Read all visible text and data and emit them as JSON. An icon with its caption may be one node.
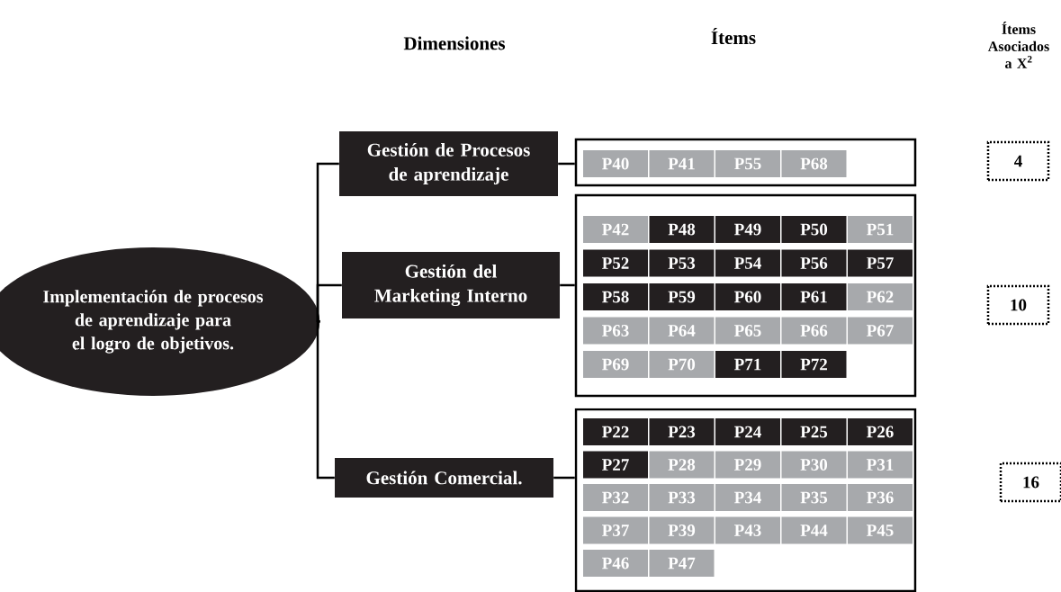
{
  "diagram": {
    "nodes": [
      {
        "text": [
          "Implementación de procesos de aprendizaje para el logro de objetivos."
        ]
      },
      {
        "text": [
          "Gestión de Procesos de aprendizaje"
        ]
      },
      {
        "text": [],
        "shape": "box"
      },
      {
        "text": [
          "P40"
        ],
        "in": 2
      },
      {
        "text": [
          "P41"
        ],
        "in": 2
      },
      {
        "text": [
          "P55"
        ],
        "in": 2
      },
      {
        "text": [
          "P68"
        ],
        "in": 2
      },
      {
        "text": [
          "4"
        ]
      },
      {
        "text": [
          "Gestión del Marketing Interno"
        ]
      },
      {
        "text": [],
        "shape": "box"
      },
      {
        "text": [
          "P42"
        ],
        "in": 9
      },
      {
        "text": [
          "P48"
        ],
        "in": 9
      },
      {
        "text": [
          "P49"
        ],
        "in": 9
      },
      {
        "text": [
          "P50"
        ],
        "in": 9
      },
      {
        "text": [
          "P51"
        ],
        "in": 9
      },
      {
        "text": [
          "P52"
        ],
        "in": 9
      },
      {
        "text": [
          "P53"
        ],
        "in": 9
      },
      {
        "text": [
          "P54"
        ],
        "in": 9
      },
      {
        "text": [
          "P56"
        ],
        "in": 9
      },
      {
        "text": [
          "P57"
        ],
        "in": 9
      },
      {
        "text": [
          "P58"
        ],
        "in": 9
      },
      {
        "text": [
          "P59"
        ],
        "in": 9
      },
      {
        "text": [
          "P60"
        ],
        "in": 9
      },
      {
        "text": [
          "P61"
        ],
        "in": 9
      },
      {
        "text": [
          "P62"
        ],
        "in": 9
      },
      {
        "text": [
          "P63"
        ],
        "in": 9
      },
      {
        "text": [
          "P64"
        ],
        "in": 9
      },
      {
        "text": [
          "P65"
        ],
        "in": 9
      },
      {
        "text": [
          "P66"
        ],
        "in": 9
      },
      {
        "text": [
          "P67"
        ],
        "in": 9
      },
      {
        "text": [
          "P69"
        ],
        "in": 9
      },
      {
        "text": [
          "P70"
        ],
        "in": 9
      },
      {
        "text": [
          "P71"
        ],
        "in": 9
      },
      {
        "text": [
          "P72"
        ],
        "in": 9
      },
      {
        "text": [
          "10"
        ]
      },
      {
        "text": [
          "Gestión Comercial."
        ]
      },
      {
        "text": [],
        "shape": "box"
      },
      {
        "text": [
          "P22"
        ],
        "in": 36
      },
      {
        "text": [
          "P23"
        ],
        "in": 36
      },
      {
        "text": [
          "P24"
        ],
        "in": 36
      },
      {
        "text": [
          "P25"
        ],
        "in": 36
      },
      {
        "text": [
          "P26"
        ],
        "in": 36
      },
      {
        "text": [
          "P27"
        ],
        "in": 36
      },
      {
        "text": [
          "P28"
        ],
        "in": 36
      },
      {
        "text": [
          "P29"
        ],
        "in": 36
      },
      {
        "text": [
          "P30"
        ],
        "in": 36
      },
      {
        "text": [
          "P31"
        ],
        "in": 36
      },
      {
        "text": [
          "P32"
        ],
        "in": 36
      },
      {
        "text": [
          "P33"
        ],
        "in": 36
      },
      {
        "text": [
          "P34"
        ],
        "in": 36
      },
      {
        "text": [
          "P35"
        ],
        "in": 36
      },
      {
        "text": [
          "P36"
        ],
        "in": 36
      },
      {
        "text": [
          "P37"
        ],
        "in": 36
      },
      {
        "text": [
          "P39"
        ],
        "in": 36
      },
      {
        "text": [
          "P43"
        ],
        "in": 36
      },
      {
        "text": [
          "P44"
        ],
        "in": 36
      },
      {
        "text": [
          "P45"
        ],
        "in": 36
      },
      {
        "text": [
          "P46"
        ],
        "in": 36
      },
      {
        "text": [
          "P47"
        ],
        "in": 36
      },
      {
        "text": [
          "16"
        ]
      }
    ],
    "edges": [
      {
        "from": 0,
        "to": 1,
        "arrow": "none"
      },
      {
        "from": 0,
        "to": 8,
        "arrow": "none"
      },
      {
        "from": 0,
        "to": 35,
        "arrow": "none"
      },
      {
        "from": 1,
        "to": 2,
        "arrow": "none"
      },
      {
        "from": 8,
        "to": 9,
        "arrow": "none"
      },
      {
        "from": 35,
        "to": 36,
        "arrow": "none"
      }
    ],
    "labels": [
      "Dimensiones",
      "Ítems",
      "Ítems Asociados a X$^{2}$"
    ]
  }
}
